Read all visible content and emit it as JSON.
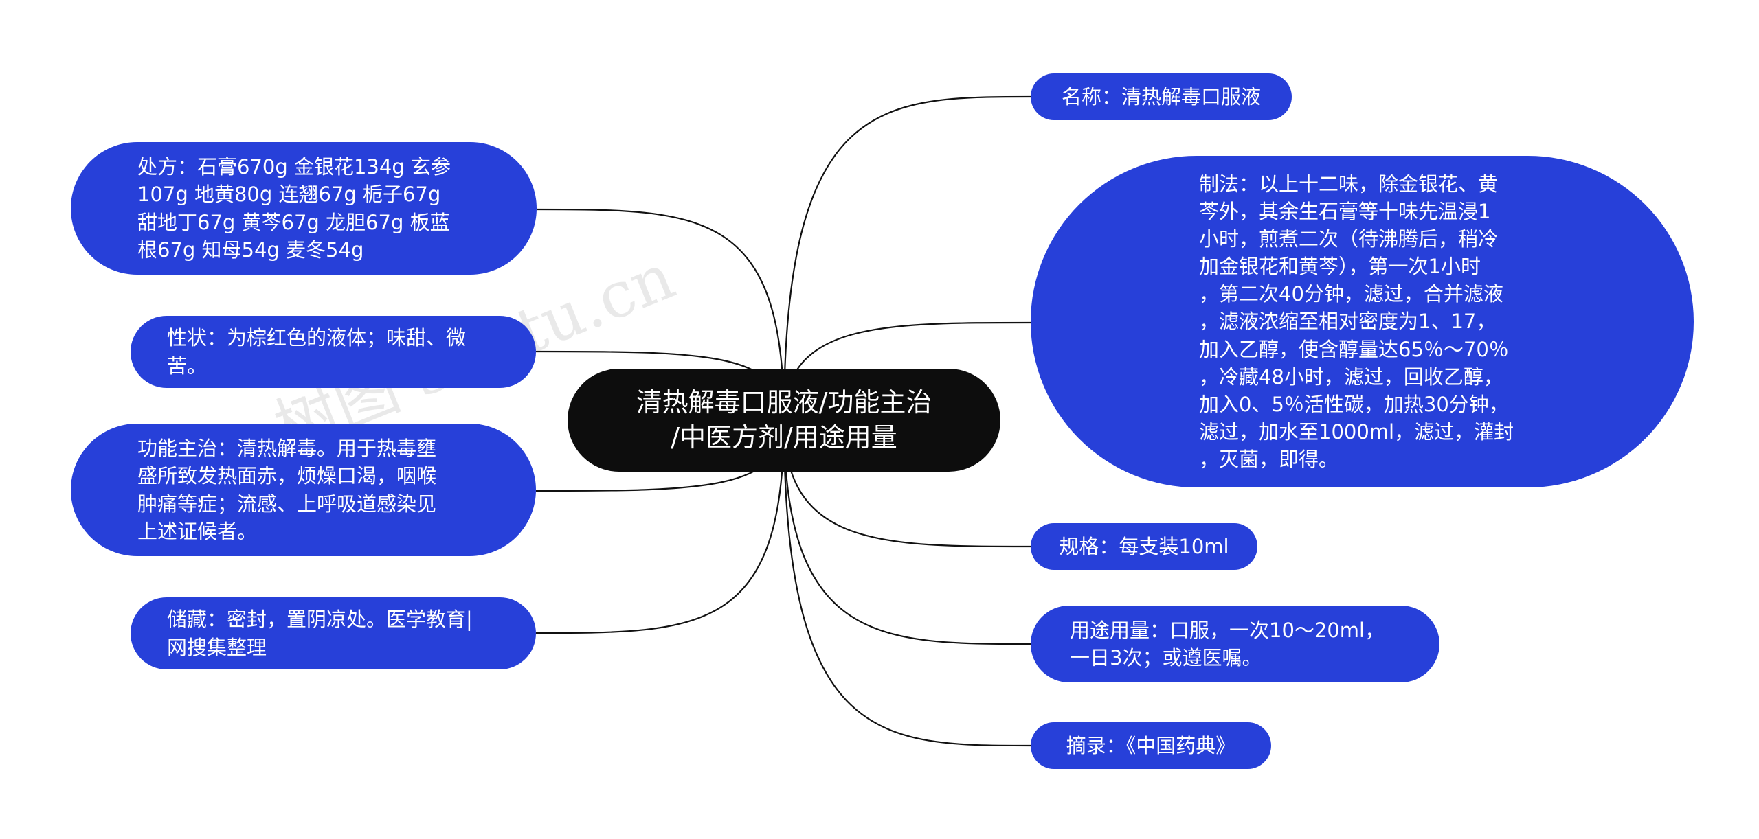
{
  "root": {
    "label": "清热解毒口服液/功能主治\n/中医方剂/用途用量"
  },
  "left_nodes": [
    {
      "id": "prescription",
      "label": "处方：石膏670g 金银花134g 玄参\n107g 地黄80g 连翘67g 栀子67g\n甜地丁67g 黄芩67g 龙胆67g 板蓝\n根67g 知母54g 麦冬54g"
    },
    {
      "id": "properties",
      "label": "性状：为棕红色的液体；味甜、微\n苦。"
    },
    {
      "id": "indications",
      "label": "功能主治：清热解毒。用于热毒壅\n盛所致发热面赤，烦燥口渴，咽喉\n肿痛等症；流感、上呼吸道感染见\n上述证候者。"
    },
    {
      "id": "storage",
      "label": "储藏：密封，置阴凉处。医学教育|\n网搜集整理"
    }
  ],
  "right_nodes": [
    {
      "id": "name",
      "label": "名称：清热解毒口服液"
    },
    {
      "id": "preparation",
      "label": "制法：以上十二味，除金银花、黄\n芩外，其余生石膏等十味先温浸1\n小时，煎煮二次（待沸腾后，稍冷\n加金银花和黄芩），第一次1小时\n，第二次40分钟，滤过，合并滤液\n，滤液浓缩至相对密度为1、17，\n加入乙醇，使含醇量达65％～70％\n，冷藏48小时，滤过，回收乙醇，\n加入0、5％活性碳，加热30分钟，\n滤过，加水至1000ml，滤过，灌封\n，灭菌，即得。"
    },
    {
      "id": "specification",
      "label": "规格：每支装10ml"
    },
    {
      "id": "usage",
      "label": "用途用量：口服，一次10～20ml，\n一日3次；或遵医嘱。"
    },
    {
      "id": "source",
      "label": "摘录：《中国药典》"
    }
  ],
  "watermarks": [
    "树图 shutu.cn",
    "树图 shutu.cn"
  ],
  "colors": {
    "node_fill": "#2740d9",
    "root_fill": "#0d0d0d",
    "link": "#111111",
    "background": "#ffffff"
  }
}
